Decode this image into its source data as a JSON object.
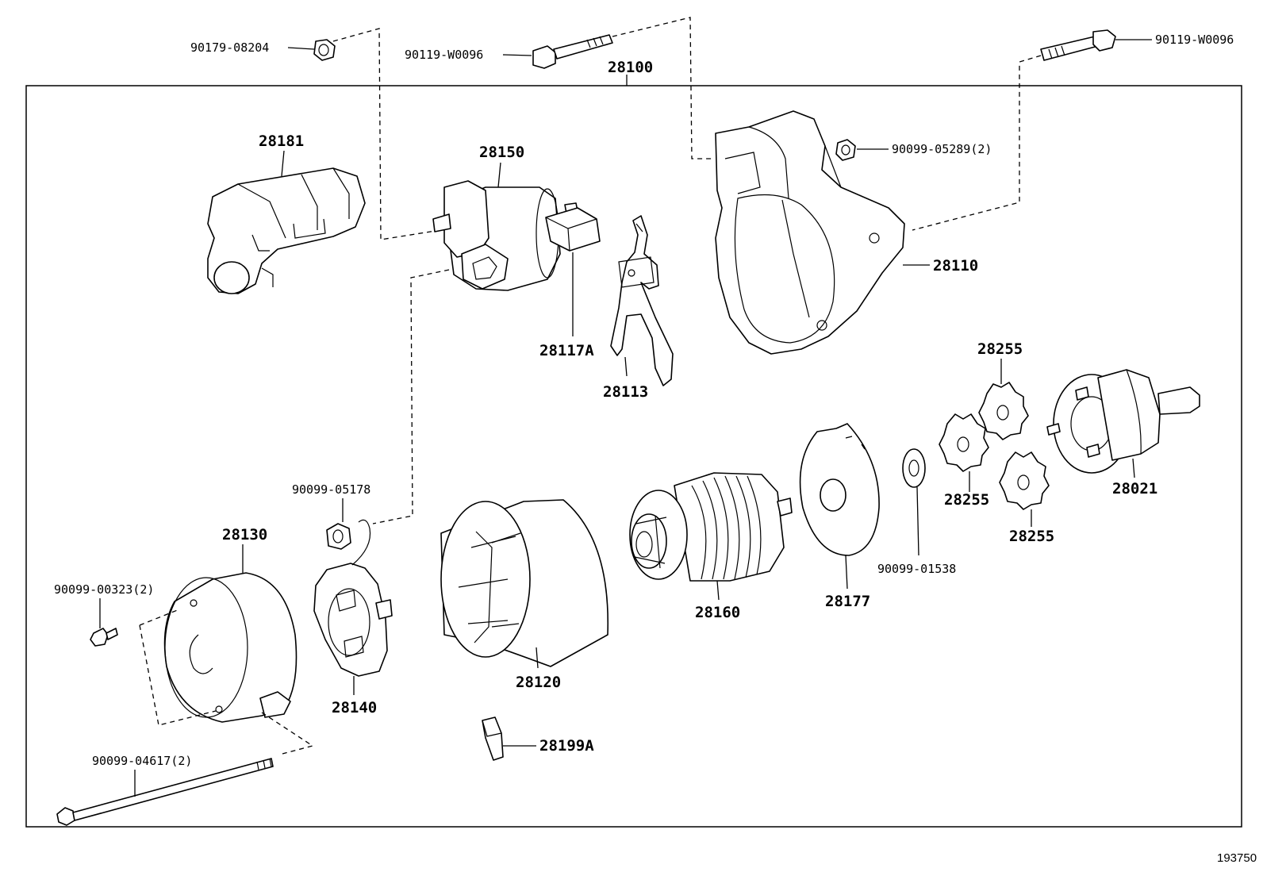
{
  "diagram": {
    "assembly_label": "28100",
    "figure_id": "193750",
    "labels": {
      "p90179_08204": "90179-08204",
      "p90119_w0096_left": "90119-W0096",
      "p90119_w0096_right": "90119-W0096",
      "p28181": "28181",
      "p28150": "28150",
      "p90099_05289": "90099-05289(2)",
      "p28110": "28110",
      "p28117a": "28117A",
      "p28113": "28113",
      "p28255_top": "28255",
      "p28255_mid": "28255",
      "p28255_bot": "28255",
      "p28021": "28021",
      "p90099_05178": "90099-05178",
      "p28130": "28130",
      "p90099_00323": "90099-00323(2)",
      "p28140": "28140",
      "p28120": "28120",
      "p28160": "28160",
      "p28177": "28177",
      "p90099_01538": "90099-01538",
      "p28199a": "28199A",
      "p90099_04617": "90099-04617(2)"
    }
  }
}
